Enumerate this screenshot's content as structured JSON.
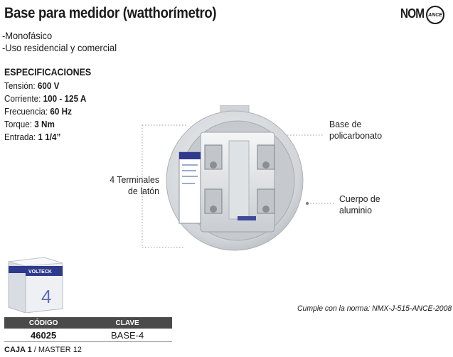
{
  "title": "Base para medidor (watthorímetro)",
  "features": [
    "-Monofásico",
    "-Uso residencial y comercial"
  ],
  "specs": {
    "heading": "ESPECIFICACIONES",
    "items": [
      {
        "label": "Tensión: ",
        "value": "600 V"
      },
      {
        "label": "Corriente: ",
        "value": "100 - 125 A"
      },
      {
        "label": "Frecuencia: ",
        "value": "60 Hz"
      },
      {
        "label": "Torque: ",
        "value": "3 Nm"
      },
      {
        "label": "Entrada: ",
        "value": "1 1/4”"
      }
    ]
  },
  "certification": {
    "nom": "NOM",
    "ance": "ANCE"
  },
  "callouts": {
    "terminals": "4 Terminales\nde latón",
    "base": "Base de\npolicarbonato",
    "body": "Cuerpo de\naluminio"
  },
  "norma": "Cumple con la norma: NMX-J-515-ANCE-2008",
  "table": {
    "headers": [
      "CÓDIGO",
      "CLAVE"
    ],
    "row": {
      "code": "46025",
      "clave": "BASE-4"
    }
  },
  "packaging": {
    "caja": "CAJA 1",
    "master": " / MASTER 12"
  },
  "package_box": {
    "brand": "VOLTECK",
    "number": "4"
  },
  "colors": {
    "accent": "#2e3a8c",
    "header_bg": "#4a4a4a",
    "meter_gray": "#d7d9dc"
  }
}
